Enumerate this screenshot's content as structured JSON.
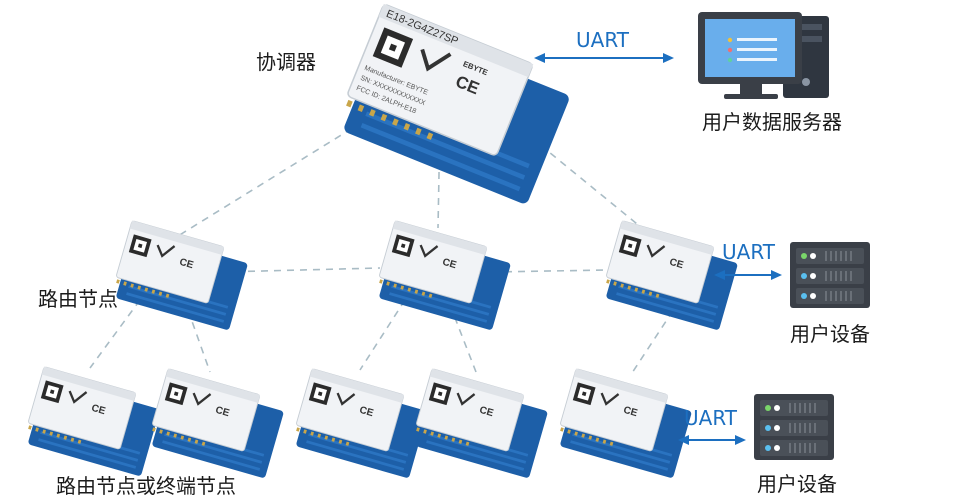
{
  "labels": {
    "coordinator": "协调器",
    "router_node": "路由节点",
    "router_or_end": "路由节点或终端节点",
    "data_server": "用户数据服务器",
    "user_device_1": "用户设备",
    "user_device_2": "用户设备"
  },
  "links": {
    "uart_server": "UART",
    "uart_device_1": "UART",
    "uart_device_2": "UART"
  },
  "module": {
    "model": "E18-2G4Z27SP",
    "brand": "EBYTE",
    "cert": "CE",
    "manufacturer": "Manufacturer: EBYTE",
    "serial": "SN: XXXXXXXXXXXX",
    "fcc": "FCC ID: 2ALPH-E18"
  },
  "colors": {
    "link": "#1c6fc0",
    "pcb": "#1d5fa8",
    "shield": "#f1f3f6",
    "line": "#a9bcc5",
    "server_body": "#3a3f47"
  }
}
